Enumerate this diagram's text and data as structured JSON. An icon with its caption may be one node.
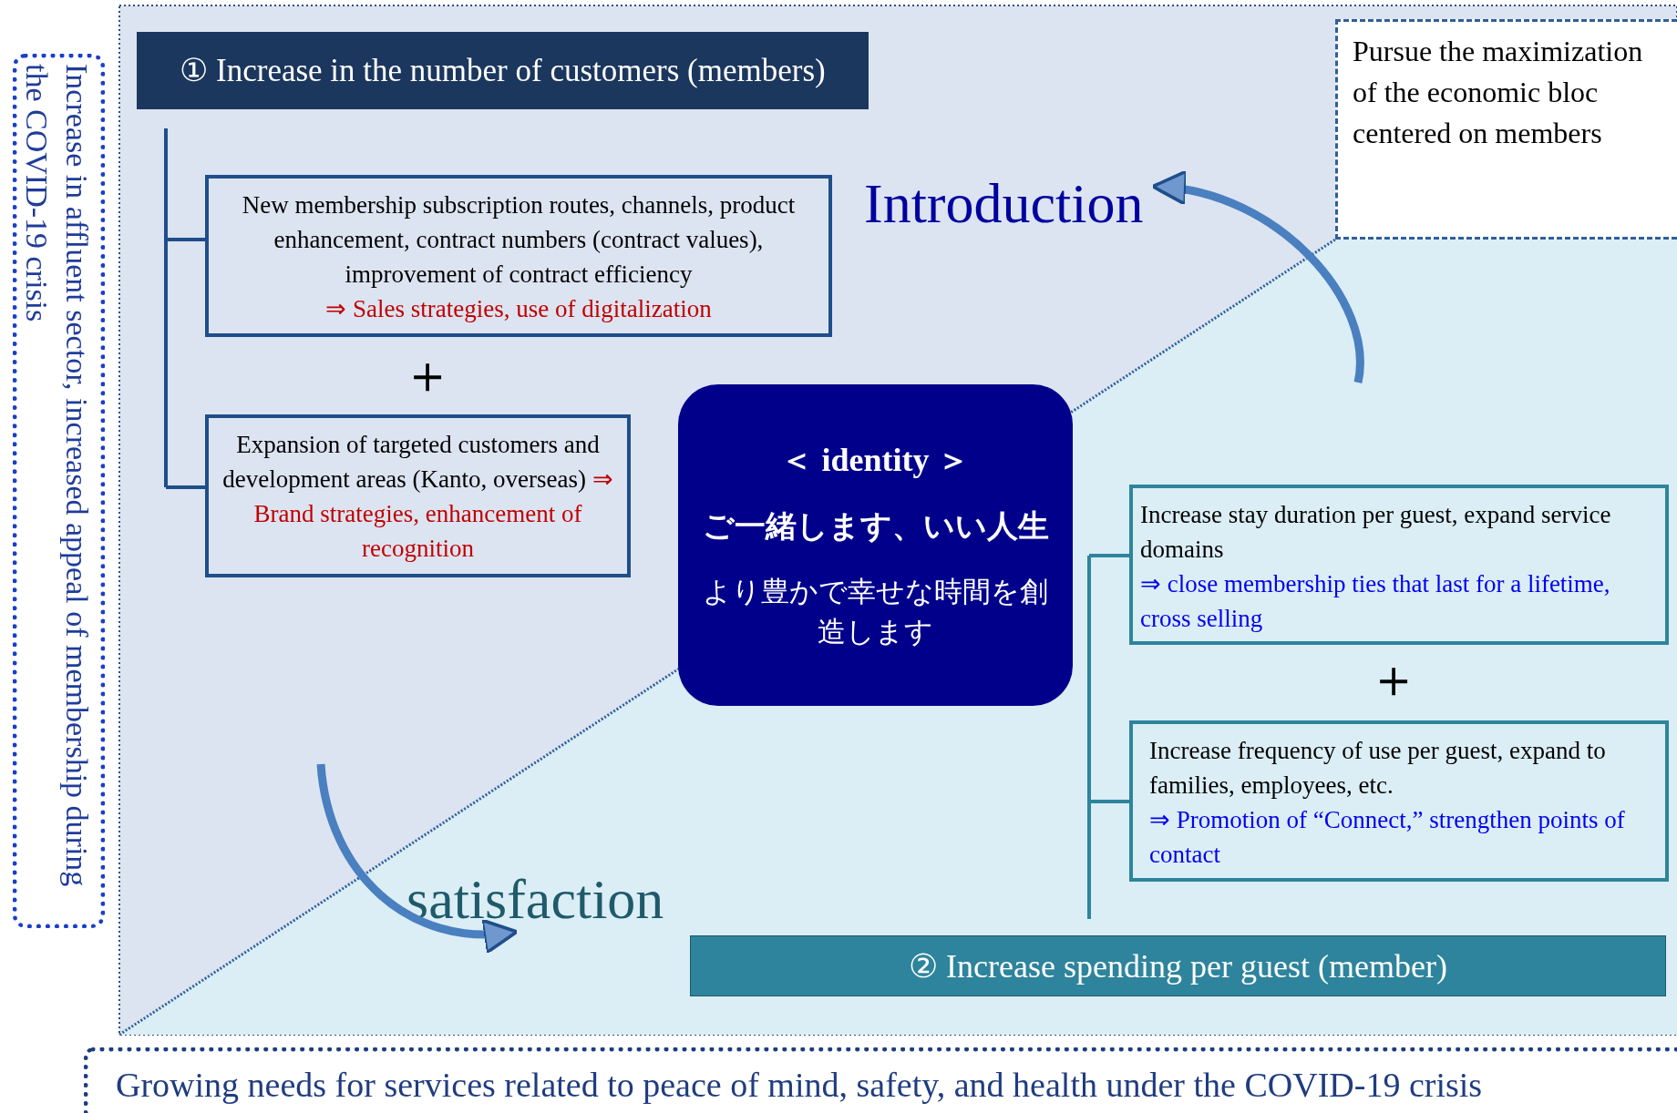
{
  "diagram": {
    "nodes": [
      {
        "text": [
          "Increase in affluent sector, increased appeal of membership during the COVID-19 crisis"
        ]
      },
      {
        "text": [
          "① Increase in the number of customers (members)"
        ]
      },
      {
        "text": [
          "New membership subscription routes, channels, product enhancement, contract numbers (contract values), improvement of contract efficiency",
          "⇒ Sales strategies, use of digitalization"
        ]
      },
      {
        "text": [
          "Expansion of targeted customers and development areas (Kanto, overseas)",
          "⇒ Brand strategies, enhancement of recognition"
        ]
      },
      {
        "text": [
          "Introduction"
        ]
      },
      {
        "text": [
          "Pursue the maximization of the economic bloc centered on members"
        ]
      },
      {
        "text": [
          "＜ identity ＞",
          "ご一緒します、いい人生",
          "より豊かで幸せな時間を創造します"
        ]
      },
      {
        "text": [
          "Increase stay duration per guest, expand service domains",
          "⇒ close membership ties that last for a lifetime, cross selling"
        ]
      },
      {
        "text": [
          "Increase frequency of use per guest, expand to families, employees, etc.",
          "⇒ Promotion of “Connect,” strengthen points of contact"
        ]
      },
      {
        "text": [
          "② Increase spending per guest (member)"
        ]
      },
      {
        "text": [
          "satisfaction"
        ]
      },
      {
        "text": [
          "Growing needs for services related to peace of mind, safety, and health under the COVID-19 crisis"
        ]
      }
    ],
    "edges": [
      {
        "from": null,
        "to": 4,
        "arrow": "to"
      },
      {
        "from": null,
        "to": 10,
        "arrow": "to"
      }
    ],
    "labels": [
      "＋",
      "＋"
    ]
  }
}
